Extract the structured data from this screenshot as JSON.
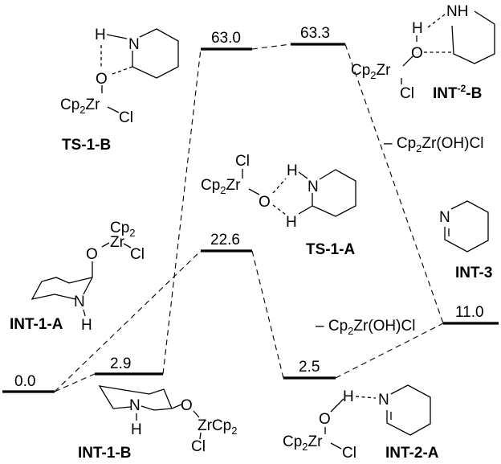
{
  "diagram": {
    "type": "reaction-energy-profile",
    "levels": [
      {
        "id": "INT-1-A",
        "energy": "0.0"
      },
      {
        "id": "INT-1-B",
        "energy": "2.9"
      },
      {
        "id": "TS-1-B",
        "energy": "63.0"
      },
      {
        "id": "INT-2-B",
        "energy": "63.3"
      },
      {
        "id": "TS-1-A",
        "energy": "22.6"
      },
      {
        "id": "INT-2-A",
        "energy": "2.5"
      },
      {
        "id": "INT-3",
        "energy": "11.0"
      }
    ],
    "labels": {
      "ts1b": "TS-1-B",
      "ts1a": "TS-1-A",
      "int1a": "INT-1-A",
      "int1b": "INT-1-B",
      "int2a": "INT-2-A",
      "int2b_pre": "INT",
      "int2b_sup": "-2",
      "int2b_post": "-B",
      "int3": "INT-3"
    },
    "removal": {
      "dash": "– ",
      "cp": "Cp",
      "sub": "2",
      "rest": "Zr(OH)Cl"
    },
    "atoms": {
      "H": "H",
      "N": "N",
      "NH": "NH",
      "O": "O",
      "Cl": "Cl",
      "Zr": "Zr",
      "Cp": "Cp",
      "two": "2",
      "ZrCp": "ZrCp"
    }
  }
}
